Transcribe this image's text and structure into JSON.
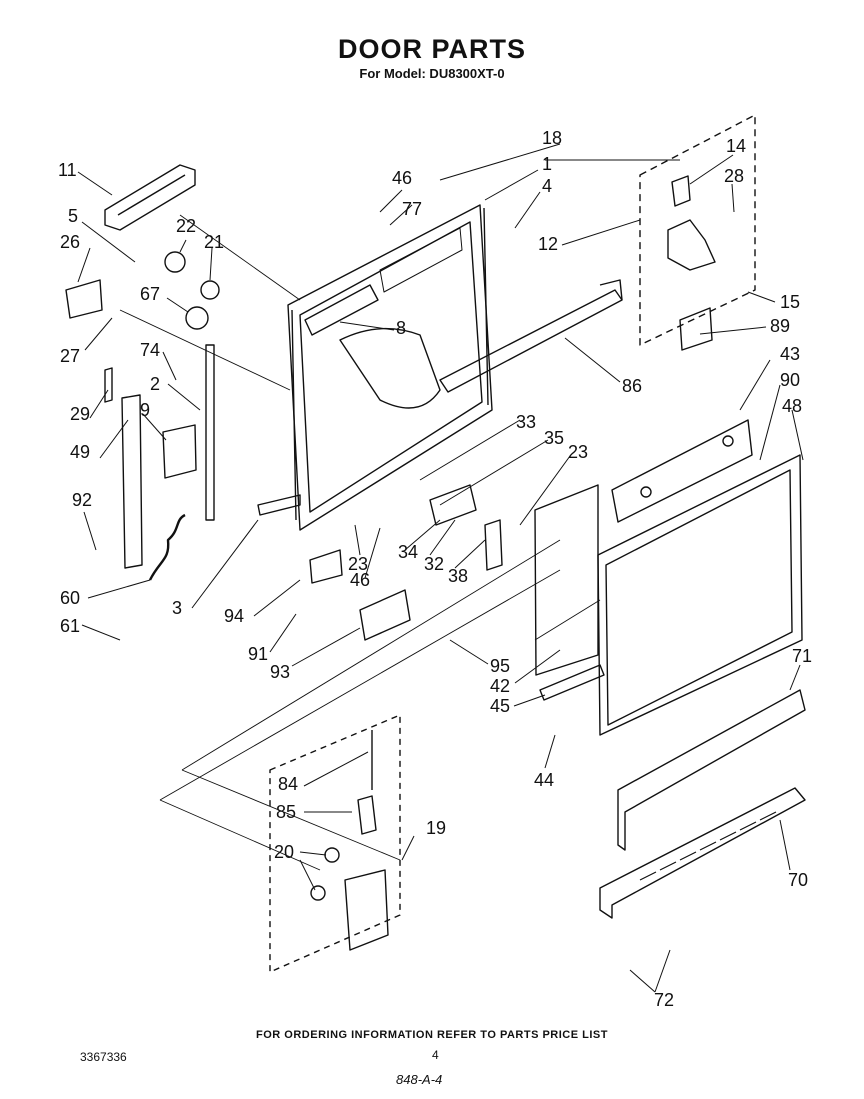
{
  "header": {
    "title": "DOOR PARTS",
    "subtitle": "For Model: DU8300XT-0"
  },
  "footer": {
    "note": "FOR ORDERING INFORMATION REFER TO PARTS PRICE LIST",
    "doc_number": "3367336",
    "page": "4",
    "code": "848-A-4"
  },
  "callouts": {
    "c11": "11",
    "c5": "5",
    "c26": "26",
    "c22": "22",
    "c21": "21",
    "c67": "67",
    "c27": "27",
    "c74": "74",
    "c2": "2",
    "c29": "29",
    "c9": "9",
    "c49": "49",
    "c92": "92",
    "c60": "60",
    "c61": "61",
    "c3": "3",
    "c94": "94",
    "c91": "91",
    "c93": "93",
    "c46a": "46",
    "c77": "77",
    "c18": "18",
    "c1": "1",
    "c4": "4",
    "c8": "8",
    "c12": "12",
    "c14": "14",
    "c28": "28",
    "c15": "15",
    "c89": "89",
    "c86": "86",
    "c43": "43",
    "c90": "90",
    "c48": "48",
    "c33": "33",
    "c35": "35",
    "c23a": "23",
    "c23b": "23",
    "c46b": "46",
    "c34": "34",
    "c32": "32",
    "c38": "38",
    "c95": "95",
    "c42": "42",
    "c45": "45",
    "c44": "44",
    "c71": "71",
    "c70": "70",
    "c72": "72",
    "c84": "84",
    "c85": "85",
    "c19": "19",
    "c20": "20"
  }
}
